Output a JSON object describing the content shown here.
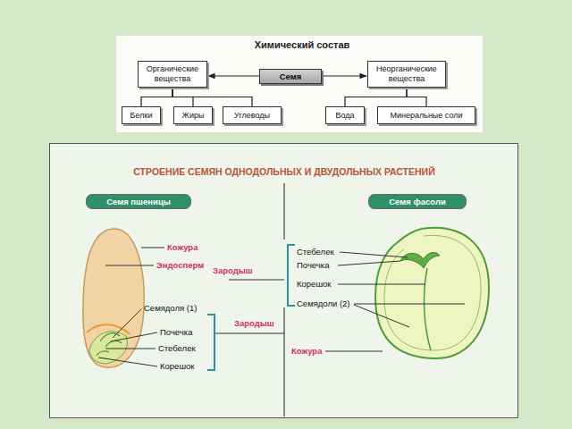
{
  "diagram": {
    "title": "Химический состав",
    "nodes": [
      {
        "text": [
          "Органические вещества"
        ]
      },
      {
        "text": [
          "Семя"
        ]
      },
      {
        "text": [
          "Неорганические вещества"
        ]
      },
      {
        "text": [
          "Белки"
        ]
      },
      {
        "text": [
          "Жиры"
        ]
      },
      {
        "text": [
          "Углеводы"
        ]
      },
      {
        "text": [
          "Вода"
        ]
      },
      {
        "text": [
          "Минеральные соли"
        ]
      },
      {
        "text": [
          "Семя пшеницы"
        ]
      },
      {
        "text": [
          "Семя фасоли"
        ]
      }
    ],
    "edges": [
      {
        "from": 1,
        "to": 0,
        "arrow": "to"
      },
      {
        "from": 1,
        "to": 2,
        "arrow": "to"
      },
      {
        "from": 0,
        "to": 3,
        "arrow": "none"
      },
      {
        "from": 0,
        "to": 4,
        "arrow": "none"
      },
      {
        "from": 0,
        "to": 5,
        "arrow": "none"
      },
      {
        "from": 2,
        "to": 6,
        "arrow": "none"
      },
      {
        "from": 2,
        "to": 7,
        "arrow": "none"
      }
    ],
    "labels": [
      "СТРОЕНИЕ СЕМЯН ОДНОДОЛЬНЫХ И ДВУДОЛЬНЫХ РАСТЕНИЙ",
      "Кожура",
      "Эндосперм",
      "Зародыш",
      "Стебелек",
      "Почечка",
      "Корешок",
      "Семядоли (2)",
      "Семядоля (1)",
      "Почечка",
      "Стебелек",
      "Корешок",
      "Зародыш",
      "Кожура"
    ]
  }
}
